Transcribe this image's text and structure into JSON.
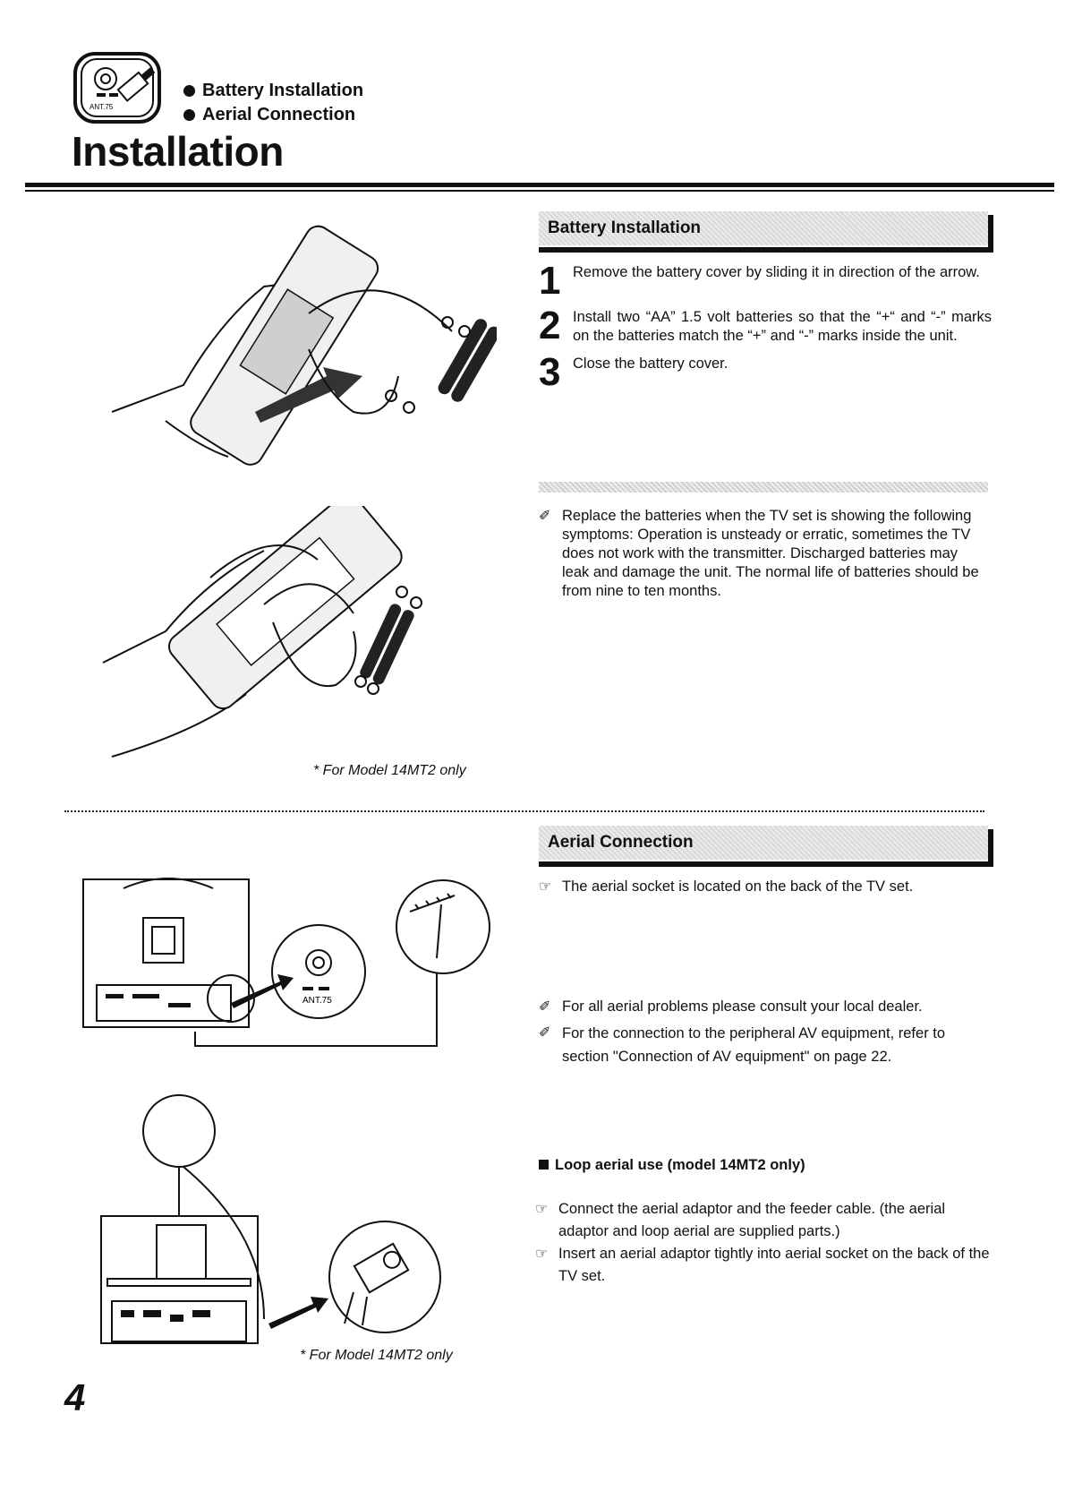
{
  "header": {
    "icon_label": "ANT.75",
    "bullets": [
      "Battery Installation",
      "Aerial Connection"
    ],
    "title": "Installation"
  },
  "battery": {
    "heading": "Battery Installation",
    "steps": [
      {
        "num": "1",
        "text": "Remove the battery cover by sliding it in direction of the arrow."
      },
      {
        "num": "2",
        "text": "Install two “AA” 1.5 volt batteries so that the “+“ and “-” marks on the batteries match the “+” and “-” marks inside the unit."
      },
      {
        "num": "3",
        "text": "Close the battery cover."
      }
    ],
    "note": "Replace the batteries when the TV set is showing the following symptoms: Operation is unsteady or erratic, sometimes the TV does not work with the transmitter. Discharged batteries may leak and damage the unit. The normal life of batteries should be from nine to ten months.",
    "caption": "* For Model 14MT2 only"
  },
  "aerial": {
    "heading": "Aerial Connection",
    "pointer_note": "The aerial socket is located on the back of the TV set.",
    "notes": [
      "For all aerial problems please consult your local dealer.",
      "For the connection to the peripheral AV equipment, refer to section \"Connection of AV equipment\" on page 22."
    ],
    "socket_label": "ANT.75",
    "loop": {
      "heading": "Loop aerial use (model 14MT2 only)",
      "items": [
        "Connect the aerial adaptor and the feeder cable. (the aerial adaptor and loop aerial are supplied parts.)",
        "Insert  an aerial adaptor tightly into aerial socket on the back of the TV set."
      ]
    },
    "caption": "* For Model 14MT2 only"
  },
  "page_number": "4",
  "icons": {
    "pointer": "pointing-hand-icon",
    "note": "pencil-icon"
  }
}
